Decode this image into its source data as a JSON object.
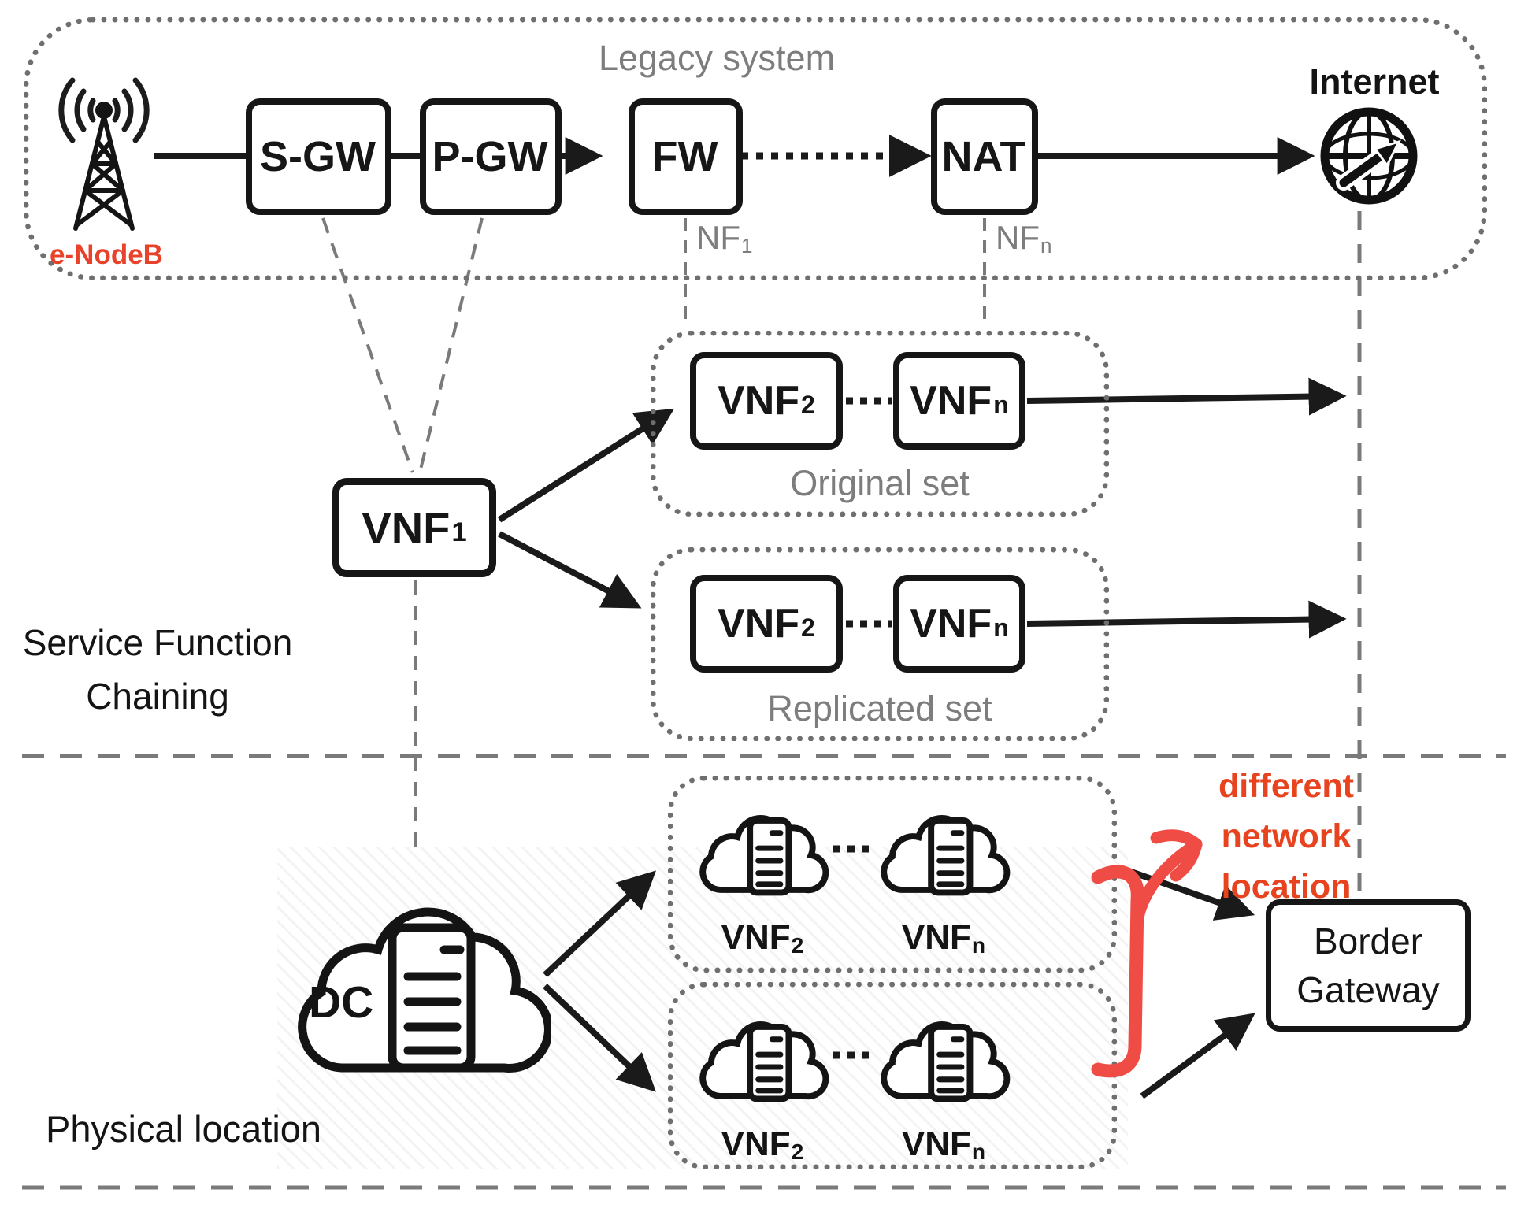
{
  "legacy": {
    "title": "Legacy system",
    "enodeb_label": "e-NodeB",
    "nodes": {
      "sgw": {
        "base": "S-GW",
        "sub": ""
      },
      "pgw": {
        "base": "P-GW",
        "sub": ""
      },
      "fw": {
        "base": "FW",
        "sub": ""
      },
      "nat": {
        "base": "NAT",
        "sub": ""
      }
    },
    "nf1": {
      "base": "NF",
      "sub": "1"
    },
    "nfn": {
      "base": "NF",
      "sub": "n"
    },
    "internet_label": "Internet"
  },
  "sfc": {
    "heading_line1": "Service Function",
    "heading_line2": "Chaining",
    "vnf1": {
      "base": "VNF",
      "sub": "1"
    },
    "original_set": {
      "label": "Original set",
      "vnf2": {
        "base": "VNF",
        "sub": "2"
      },
      "vnfn": {
        "base": "VNF",
        "sub": "n"
      }
    },
    "replicated_set": {
      "label": "Replicated set",
      "vnf2": {
        "base": "VNF",
        "sub": "2"
      },
      "vnfn": {
        "base": "VNF",
        "sub": "n"
      }
    }
  },
  "physical": {
    "heading": "Physical location",
    "dc_label": "DC",
    "set1": {
      "vnf2": {
        "base": "VNF",
        "sub": "2"
      },
      "vnfn": {
        "base": "VNF",
        "sub": "n"
      }
    },
    "set2": {
      "vnf2": {
        "base": "VNF",
        "sub": "2"
      },
      "vnfn": {
        "base": "VNF",
        "sub": "n"
      }
    },
    "border_gateway": {
      "line1": "Border",
      "line2": "Gateway"
    },
    "annotation": {
      "lines": [
        "different",
        "network",
        "location"
      ]
    }
  },
  "icons": {
    "enodeb": "radio-tower-icon",
    "internet": "globe-arrow-icon",
    "dc": "cloud-server-icon",
    "vnf_host": "cloud-server-icon"
  },
  "colors": {
    "annotation_red": "#e8431f",
    "stroke_red": "#ee4c44",
    "enodeb_red": "#e8432a",
    "muted_gray": "#7d7d7d",
    "line_black": "#1a1a1a"
  }
}
